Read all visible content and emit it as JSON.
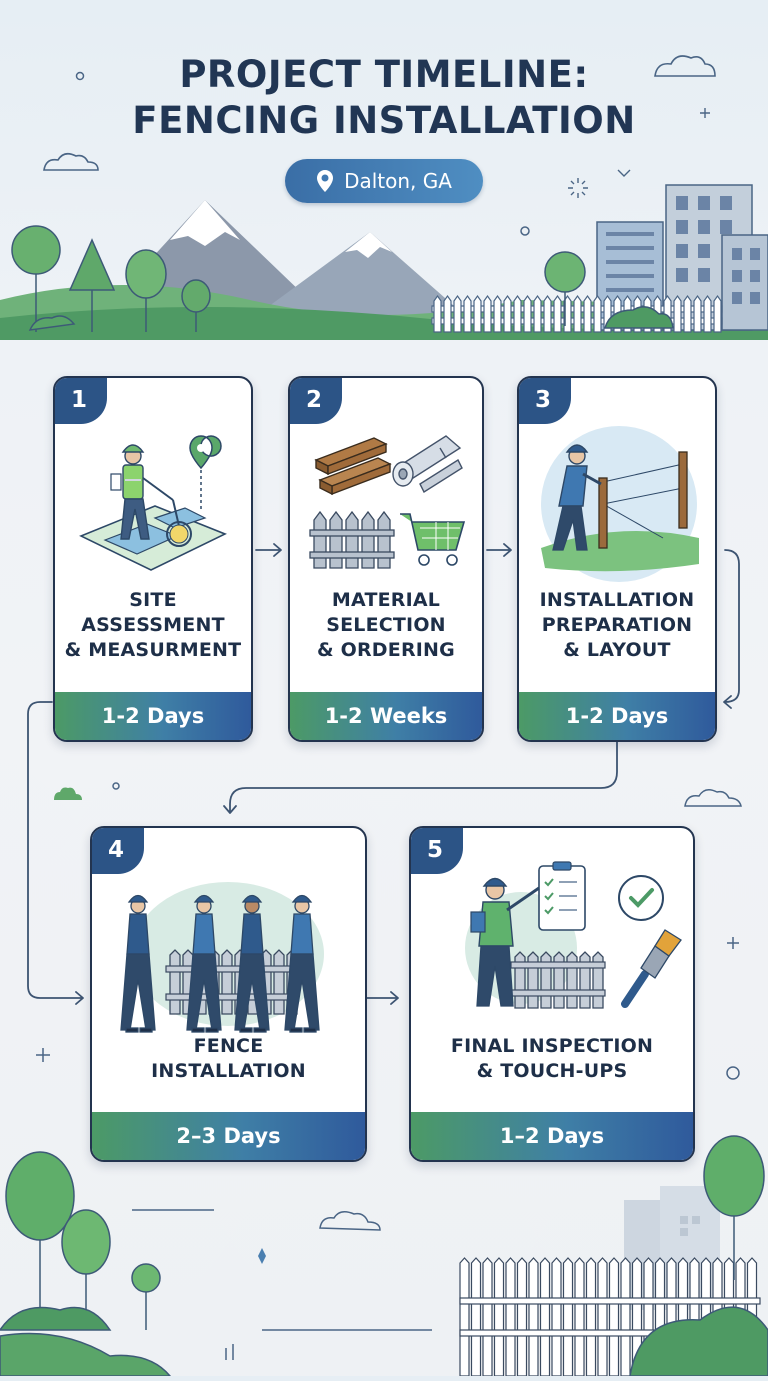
{
  "header": {
    "title_line1": "PROJECT TIMELINE:",
    "title_line2": "FENCING INSTALLATION",
    "location": "Dalton, GA",
    "location_icon": "map-pin-icon"
  },
  "steps": [
    {
      "number": "1",
      "label_lines": [
        "SITE",
        "ASSESSMENT",
        "& MEASURMENT"
      ],
      "duration": "1-2 Days",
      "illustration": "surveyor-with-measuring-wheel"
    },
    {
      "number": "2",
      "label_lines": [
        "MATERIAL",
        "SELECTION",
        "& ORDERING"
      ],
      "duration": "1-2 Weeks",
      "illustration": "lumber-rolls-fence-cart"
    },
    {
      "number": "3",
      "label_lines": [
        "INSTALLATION",
        "PREPARATION",
        "& LAYOUT"
      ],
      "duration": "1-2 Days",
      "illustration": "worker-setting-posts"
    },
    {
      "number": "4",
      "label_lines": [
        "FENCE",
        "INSTALLATION"
      ],
      "duration": "2–3 Days",
      "illustration": "crew-installing-fence"
    },
    {
      "number": "5",
      "label_lines": [
        "FINAL INSPECTION",
        "& TOUCH-UPS"
      ],
      "duration": "1–2 Days",
      "illustration": "inspector-with-checklist"
    }
  ],
  "colors": {
    "navy": "#213654",
    "badge": "#2c5486",
    "green": "#4c9a66",
    "blue": "#2f5a9c",
    "tree": "#5fae6a"
  }
}
